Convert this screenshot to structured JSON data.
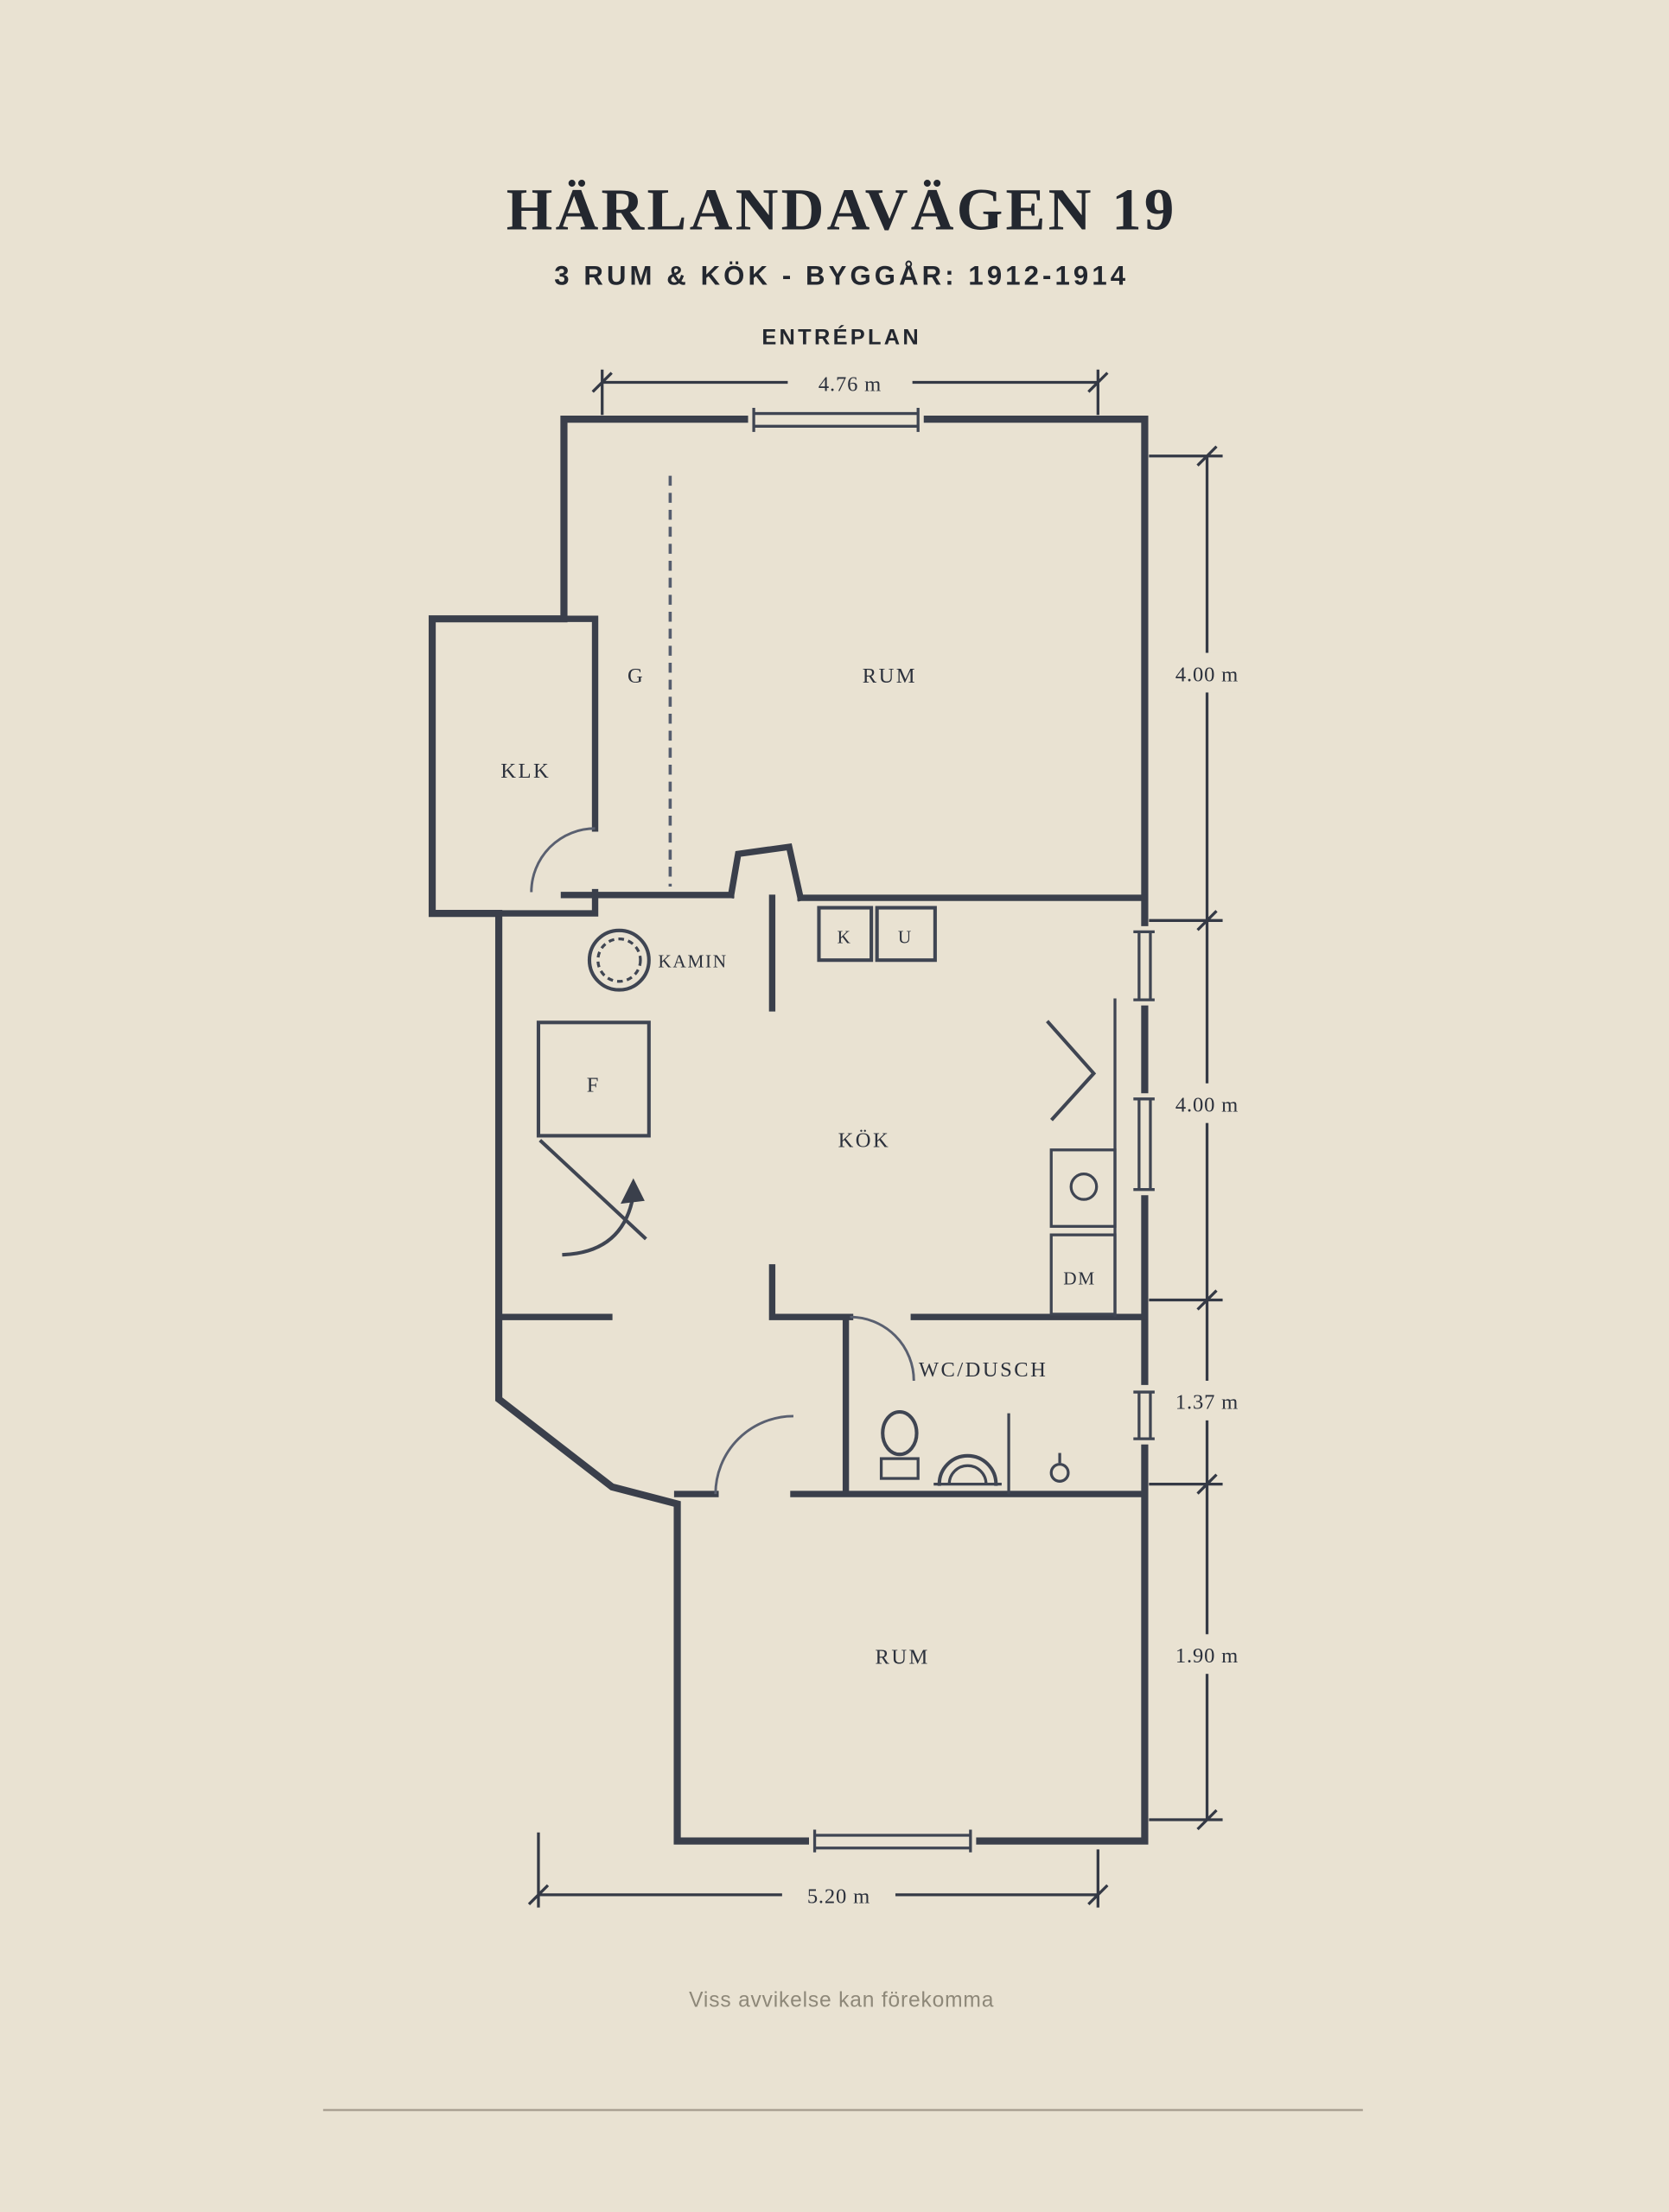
{
  "header": {
    "title": "HÄRLANDAVÄGEN 19",
    "subtitle": "3 RUM & KÖK  -  BYGGÅR: 1912-1914",
    "plan_label": "ENTRÉPLAN"
  },
  "rooms": {
    "rum_upper": "RUM",
    "klk": "KLK",
    "garderob": "G",
    "kamin": "KAMIN",
    "k": "K",
    "u": "U",
    "f": "F",
    "kok": "KÖK",
    "dm": "DM",
    "wc": "WC/DUSCH",
    "rum_lower": "RUM"
  },
  "dimensions": {
    "top": "4.76 m",
    "right_upper": "4.00 m",
    "right_mid": "4.00 m",
    "right_wc": "1.37 m",
    "right_lower": "1.90 m",
    "bottom": "5.20 m"
  },
  "footer": {
    "disclaimer": "Viss avvikelse kan förekomma"
  },
  "colors": {
    "background": "#e9e2d2",
    "ink": "#3a3f4b",
    "muted_text": "#8e8879"
  }
}
